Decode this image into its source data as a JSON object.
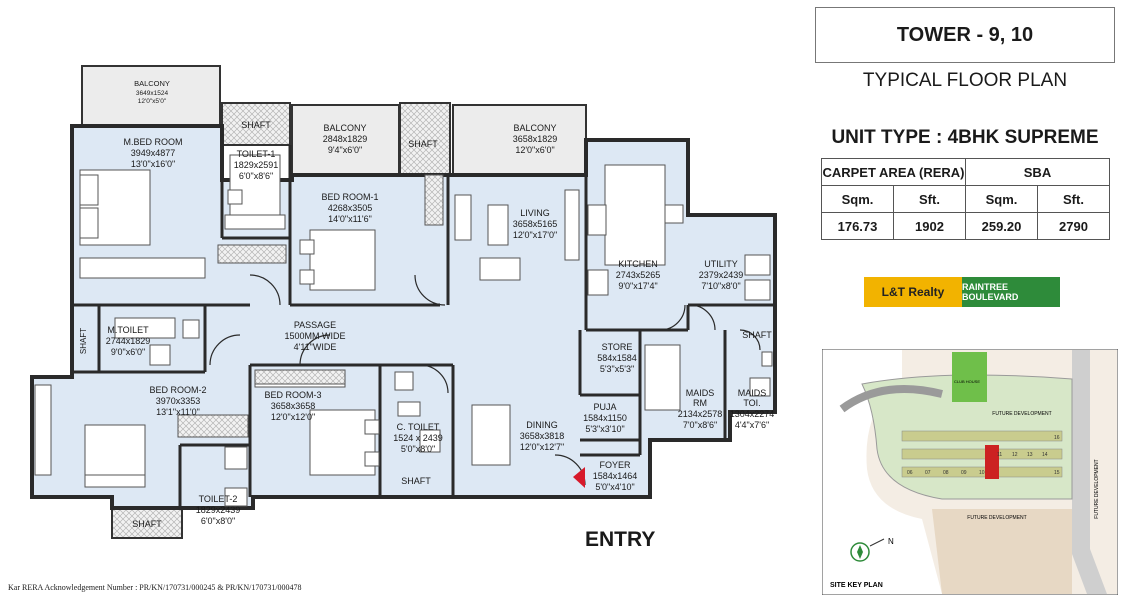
{
  "header": {
    "tower": "TOWER - 9, 10",
    "subtitle": "TYPICAL FLOOR PLAN",
    "unit_type": "UNIT TYPE : 4BHK SUPREME"
  },
  "area_table": {
    "carpet_label": "CARPET AREA (RERA)",
    "sba_label": "SBA",
    "units": [
      "Sqm.",
      "Sft.",
      "Sqm.",
      "Sft."
    ],
    "values": [
      "176.73",
      "1902",
      "259.20",
      "2790"
    ]
  },
  "logo": {
    "brand": "L&T Realty",
    "project": "RAINTREE BOULEVARD"
  },
  "rooms": {
    "balcony_left": {
      "name": "BALCONY",
      "dim1": "3649x1524",
      "dim2": "12'0\"x5'0\""
    },
    "shaft_1": {
      "name": "SHAFT"
    },
    "balcony_mid": {
      "name": "BALCONY",
      "dim1": "2848x1829",
      "dim2": "9'4\"x6'0\""
    },
    "shaft_2": {
      "name": "SHAFT"
    },
    "balcony_right": {
      "name": "BALCONY",
      "dim1": "3658x1829",
      "dim2": "12'0\"x6'0\""
    },
    "master_bed": {
      "name": "M.BED ROOM",
      "dim1": "3949x4877",
      "dim2": "13'0\"x16'0\""
    },
    "toilet_1": {
      "name": "TOILET-1",
      "dim1": "1829x2591",
      "dim2": "6'0\"x8'6\""
    },
    "bed_1": {
      "name": "BED ROOM-1",
      "dim1": "4268x3505",
      "dim2": "14'0\"x11'6\""
    },
    "living": {
      "name": "LIVING",
      "dim1": "3658x5165",
      "dim2": "12'0\"x17'0\""
    },
    "kitchen": {
      "name": "KITCHEN",
      "dim1": "2743x5265",
      "dim2": "9'0\"x17'4\""
    },
    "utility": {
      "name": "UTILITY",
      "dim1": "2379x2439",
      "dim2": "7'10\"x8'0\""
    },
    "passage": {
      "name": "PASSAGE",
      "dim1": "1500MM WIDE",
      "dim2": "4'11\"WIDE"
    },
    "m_toilet": {
      "name": "M.TOILET",
      "dim1": "2744x1829",
      "dim2": "9'0\"x6'0\""
    },
    "shaft_mt": {
      "name": "SHAFT"
    },
    "store": {
      "name": "STORE",
      "dim1": "584x1584",
      "dim2": "5'3\"x5'3\""
    },
    "shaft_utility": {
      "name": "SHAFT"
    },
    "bed_2": {
      "name": "BED ROOM-2",
      "dim1": "3970x3353",
      "dim2": "13'1\"x11'0\""
    },
    "bed_3": {
      "name": "BED ROOM-3",
      "dim1": "3658x3658",
      "dim2": "12'0\"x12'0\""
    },
    "c_toilet": {
      "name": "C. TOILET",
      "dim1": "1524 x 2439",
      "dim2": "5'0\"x8'0\""
    },
    "dining": {
      "name": "DINING",
      "dim1": "3658x3818",
      "dim2": "12'0\"x12'7\""
    },
    "puja": {
      "name": "PUJA",
      "dim1": "1584x1150",
      "dim2": "5'3\"x3'10\""
    },
    "maids_rm": {
      "name": "MAIDS",
      "name2": "RM",
      "dim1": "2134x2578",
      "dim2": "7'0\"x8'6\""
    },
    "maids_toi": {
      "name": "MAIDS",
      "name2": "TOI.",
      "dim1": "1304x2274",
      "dim2": "4'4\"x7'6\""
    },
    "foyer": {
      "name": "FOYER",
      "dim1": "1584x1464",
      "dim2": "5'0\"x4'10\""
    },
    "shaft_ct": {
      "name": "SHAFT"
    },
    "toilet_2": {
      "name": "TOILET-2",
      "dim1": "1829x2439",
      "dim2": "6'0\"x8'0\""
    },
    "shaft_t2": {
      "name": "SHAFT"
    }
  },
  "entry_label": "ENTRY",
  "rera_note": "Kar RERA Acknowledgement Number :  PR/KN/170731/000245 & PR/KN/170731/000478",
  "site_key": {
    "title": "SITE KEY PLAN",
    "future_top": "FUTURE DEVELOPMENT",
    "future_bottom": "FUTURE DEVELOPMENT",
    "future_right": "FUTURE DEVELOPMENT",
    "club_house": "CLUB HOUSE",
    "north": "N",
    "tower_numbers": [
      "06",
      "07",
      "08",
      "09",
      "10",
      "11",
      "12",
      "13",
      "14",
      "15",
      "16"
    ]
  },
  "colors": {
    "room_fill": "#dde8f4",
    "wall": "#2a2a2a",
    "balcony_fill": "#ececec",
    "brand_yellow": "#f2b300",
    "brand_green": "#2e8b3a",
    "entry_arrow": "#d7192a"
  }
}
